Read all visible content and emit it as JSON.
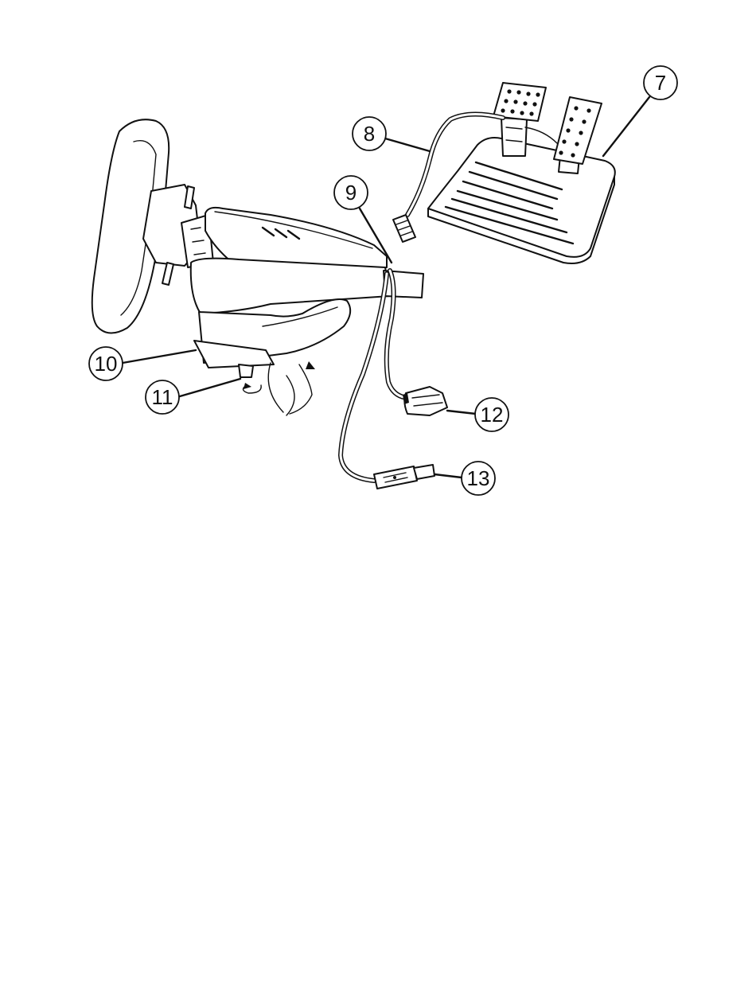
{
  "diagram": {
    "callouts": [
      {
        "id": "7",
        "label": "7"
      },
      {
        "id": "8",
        "label": "8"
      },
      {
        "id": "9",
        "label": "9"
      },
      {
        "id": "10",
        "label": "10"
      },
      {
        "id": "11",
        "label": "11"
      },
      {
        "id": "12",
        "label": "12"
      },
      {
        "id": "13",
        "label": "13"
      }
    ]
  }
}
